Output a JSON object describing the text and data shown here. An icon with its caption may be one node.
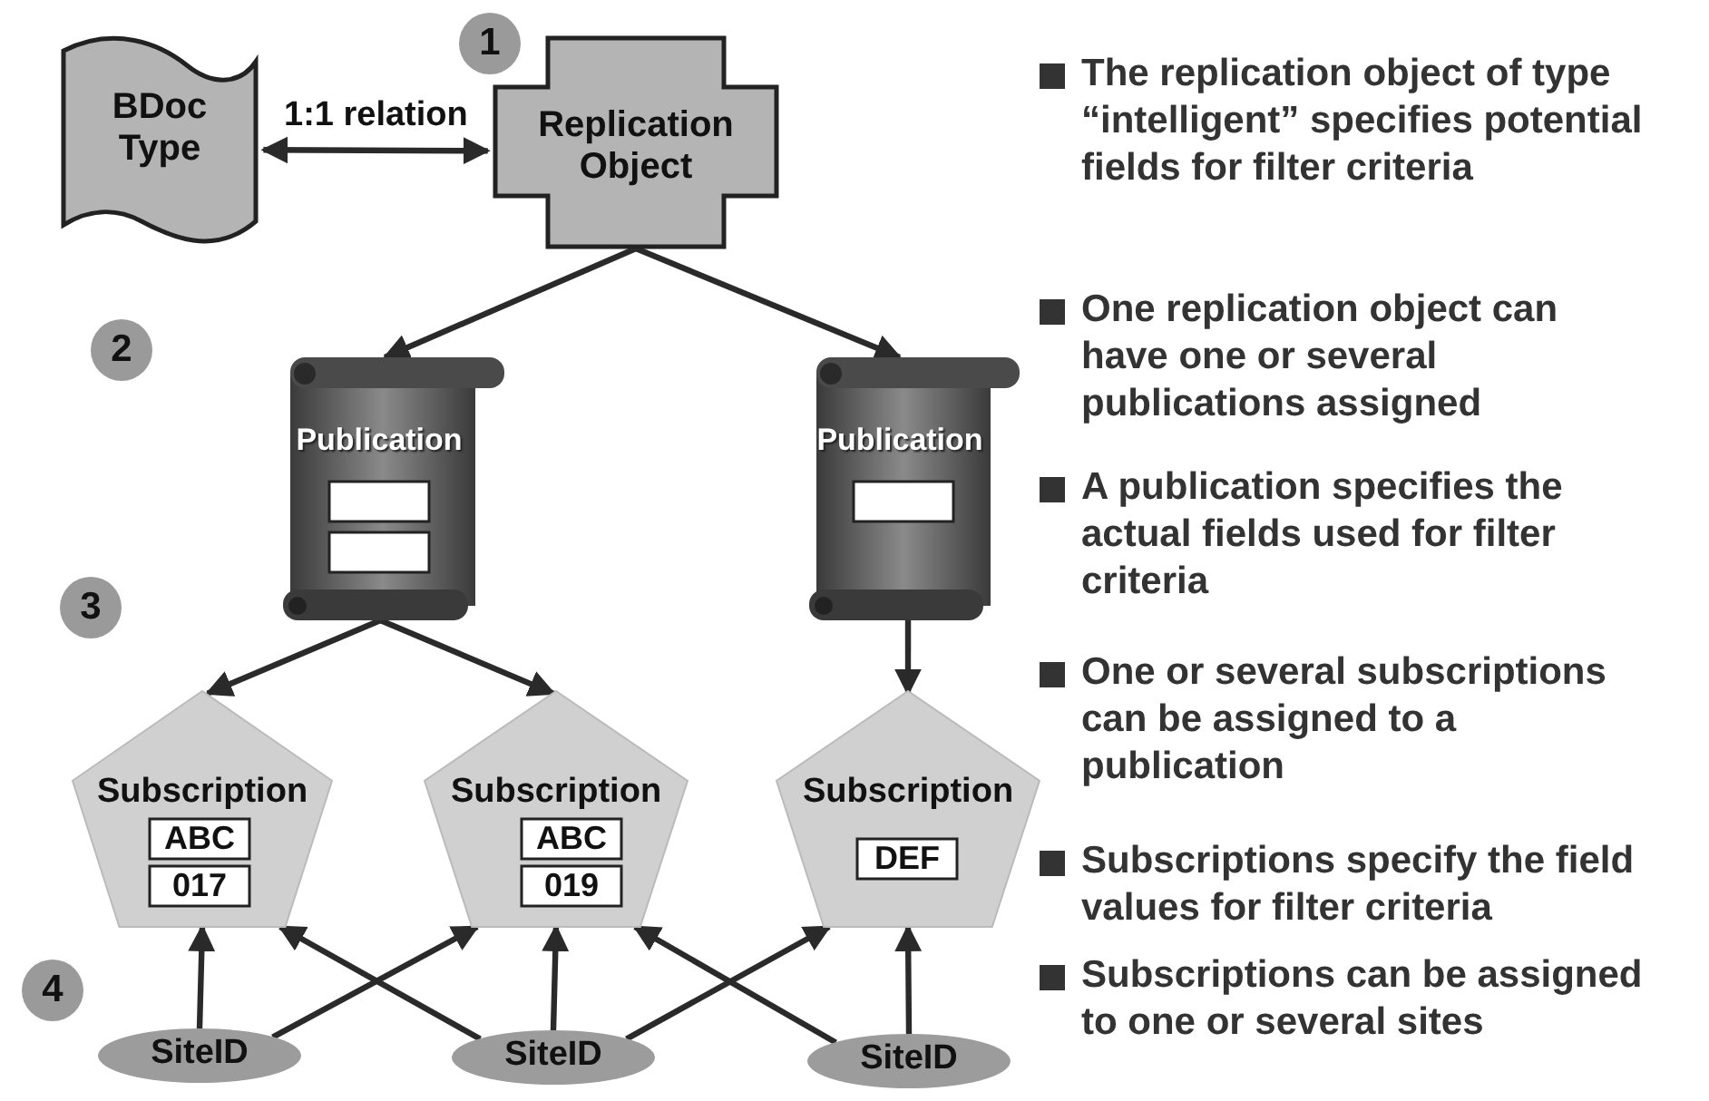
{
  "diagram": {
    "nodes": [
      {
        "text": [
          "BDoc Type"
        ]
      },
      {
        "text": [
          "Replication Object"
        ]
      },
      {
        "text": [
          "Publication"
        ]
      },
      {
        "text": [],
        "shape": "box",
        "in": 2
      },
      {
        "text": [],
        "shape": "box",
        "in": 2
      },
      {
        "text": [
          "Publication"
        ]
      },
      {
        "text": [],
        "shape": "box",
        "in": 5
      },
      {
        "text": [
          "Subscription"
        ]
      },
      {
        "text": [
          "ABC"
        ],
        "in": 7
      },
      {
        "text": [
          "017"
        ],
        "in": 7
      },
      {
        "text": [
          "Subscription"
        ]
      },
      {
        "text": [
          "ABC"
        ],
        "in": 10
      },
      {
        "text": [
          "019"
        ],
        "in": 10
      },
      {
        "text": [
          "Subscription"
        ]
      },
      {
        "text": [
          "DEF"
        ],
        "in": 13
      },
      {
        "text": [
          "SiteID"
        ]
      },
      {
        "text": [
          "SiteID"
        ]
      },
      {
        "text": [
          "SiteID"
        ]
      }
    ],
    "edges": [
      {
        "from": 0,
        "to": 1,
        "arrow": "both",
        "label": "1:1 relation"
      },
      {
        "from": 1,
        "to": 2,
        "arrow": "to"
      },
      {
        "from": 1,
        "to": 5,
        "arrow": "to"
      },
      {
        "from": 2,
        "to": 7,
        "arrow": "to"
      },
      {
        "from": 2,
        "to": 10,
        "arrow": "to"
      },
      {
        "from": 5,
        "to": 13,
        "arrow": "to"
      },
      {
        "from": 15,
        "to": 7,
        "arrow": "to"
      },
      {
        "from": 15,
        "to": 10,
        "arrow": "to"
      },
      {
        "from": 16,
        "to": 7,
        "arrow": "to"
      },
      {
        "from": 16,
        "to": 10,
        "arrow": "to"
      },
      {
        "from": 16,
        "to": 13,
        "arrow": "to"
      },
      {
        "from": 17,
        "to": 10,
        "arrow": "to"
      },
      {
        "from": 17,
        "to": 13,
        "arrow": "to"
      }
    ],
    "labels": [
      "1",
      "2",
      "3",
      "4",
      "The replication object of type “intelligent” specifies potential fields for filter criteria",
      "One replication object can have one or several publications assigned",
      "A publication specifies the actual fields used for filter criteria",
      "One or several subscriptions can be assigned to a publication",
      "Subscriptions specify the field values for filter criteria",
      "Subscriptions can be assigned to one or several sites"
    ]
  }
}
